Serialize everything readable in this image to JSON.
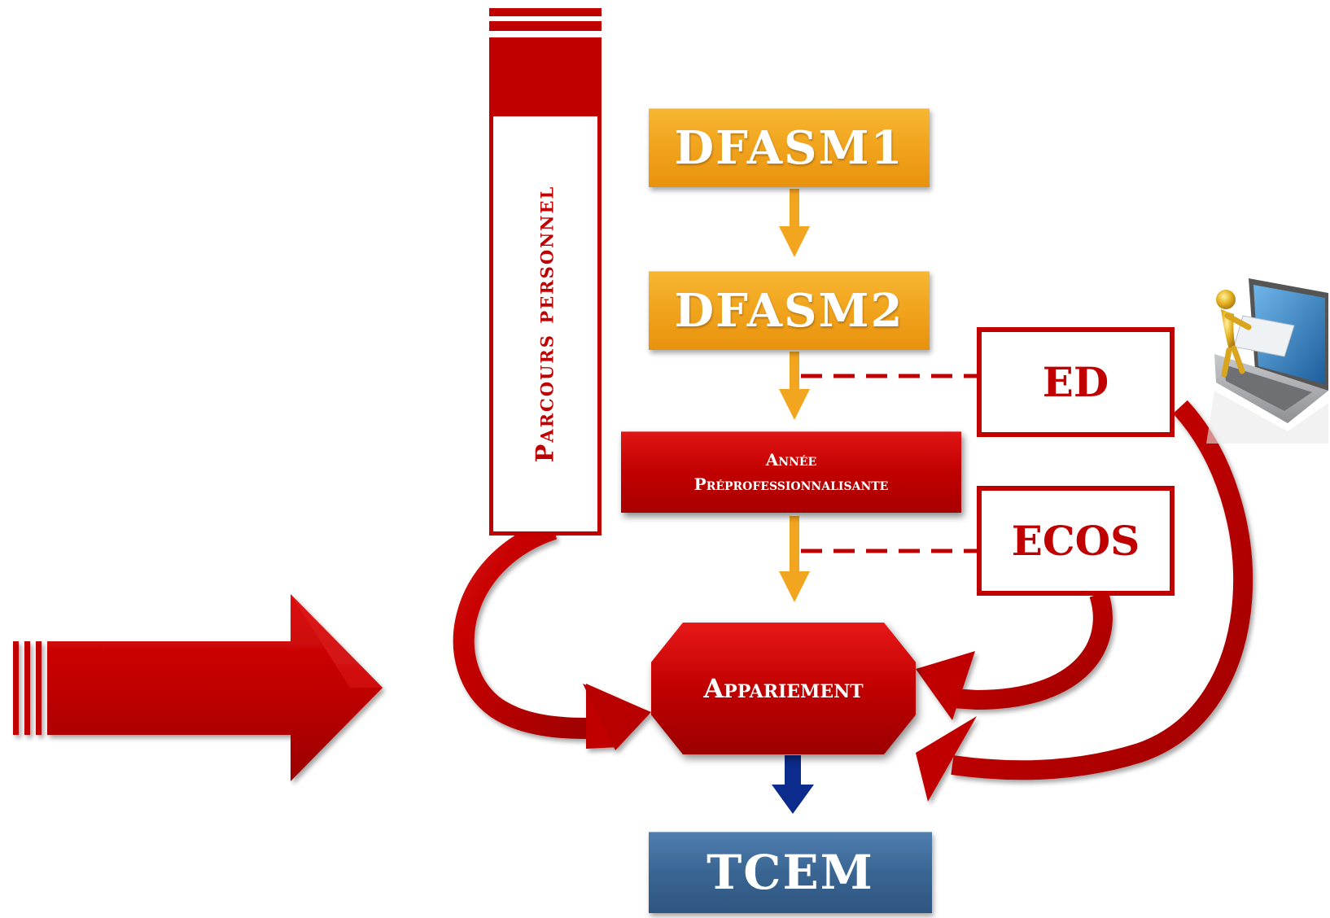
{
  "diagram": {
    "parcours_label": "Parcours personnel",
    "stages": {
      "dfasm1": "DFASM1",
      "dfasm2": "DFASM2",
      "annee_line1": "Année",
      "annee_line2": "Préprofessionnalisante",
      "appariement": "Appariement",
      "tcem": "TCEM"
    },
    "evaluations": {
      "ed": "ED",
      "ecos": "ECOS"
    },
    "icon": "laptop-ecn-figure-icon",
    "colors": {
      "red": "#c00000",
      "orange": "#f2a51e",
      "blue": "#2e557f",
      "navy_arrow": "#0b2c8c"
    }
  }
}
